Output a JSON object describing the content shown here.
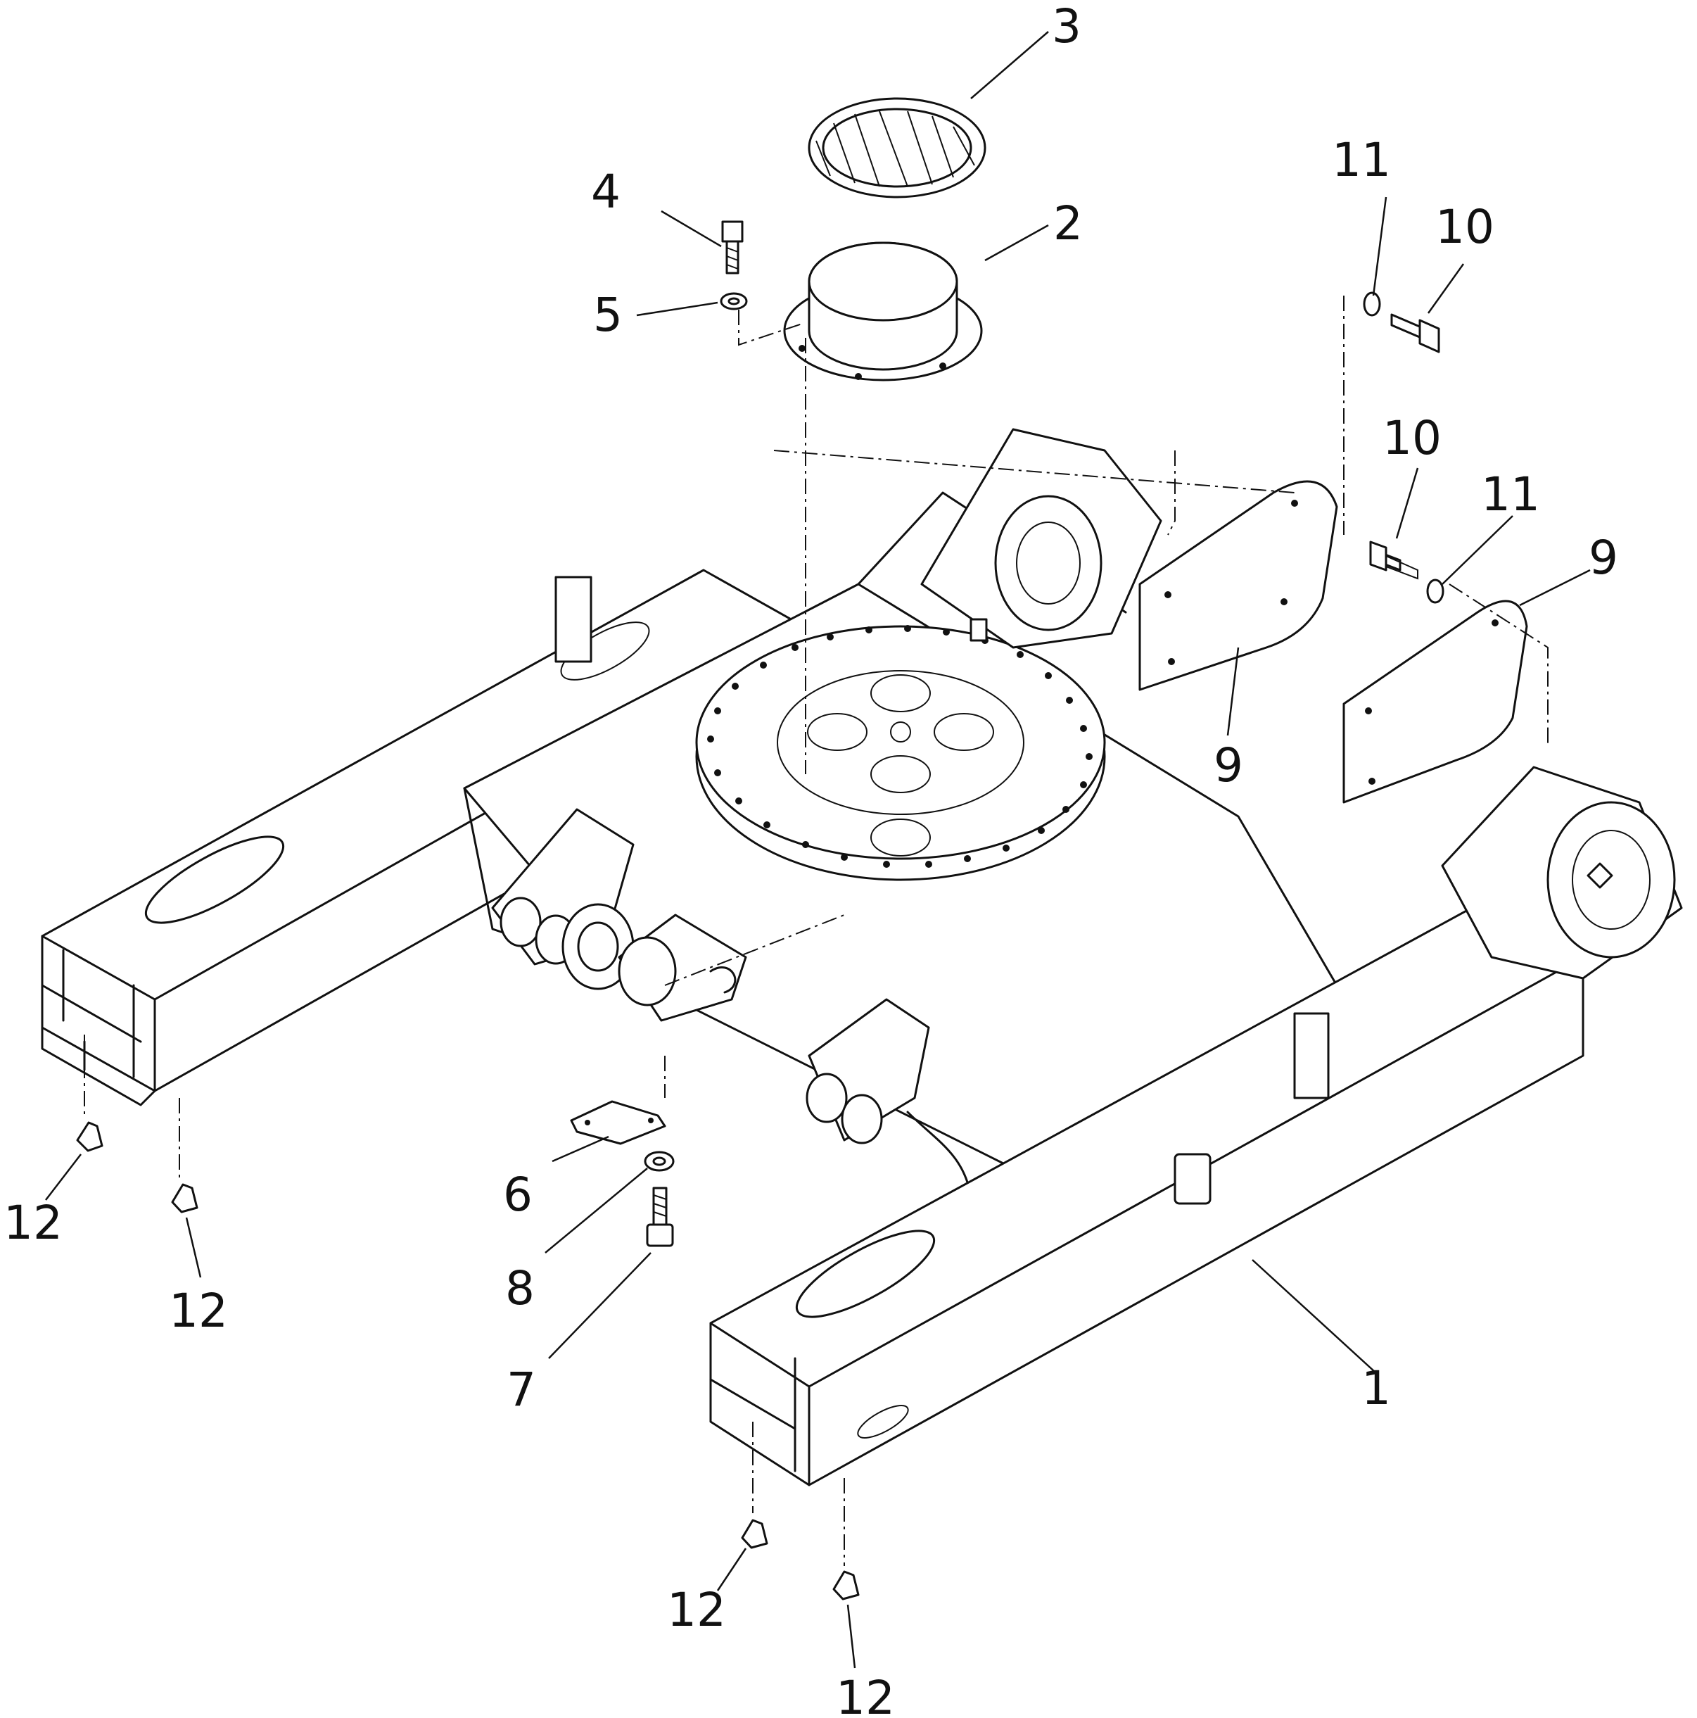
{
  "diagram": {
    "callouts": {
      "c1": "1",
      "c2": "2",
      "c3": "3",
      "c4": "4",
      "c5": "5",
      "c6": "6",
      "c7": "7",
      "c8": "8",
      "c9a": "9",
      "c9b": "9",
      "c10a": "10",
      "c10b": "10",
      "c11a": "11",
      "c11b": "11",
      "c12a": "12",
      "c12b": "12",
      "c12c": "12",
      "c12d": "12"
    }
  }
}
